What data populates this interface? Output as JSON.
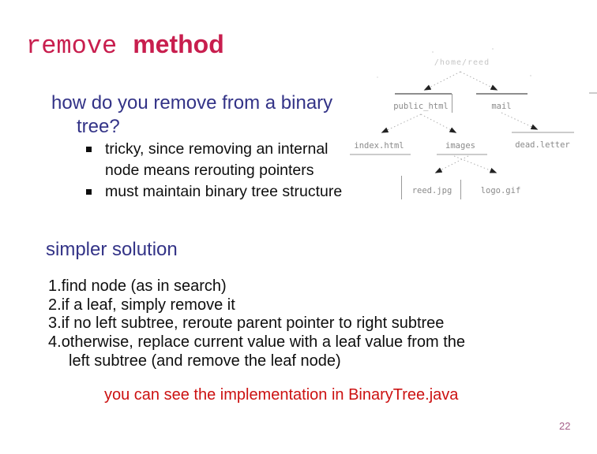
{
  "slide": {
    "title": {
      "keyword": "remove",
      "suffix": "method"
    },
    "question": "how do you remove from a binary tree?",
    "bullets": [
      "tricky, since removing an internal node means rerouting pointers",
      "must maintain binary tree structure"
    ],
    "subheading": "simpler solution",
    "steps": [
      {
        "num": "1.",
        "text": "find node (as in search)"
      },
      {
        "num": "2.",
        "text": "if a leaf, simply remove it"
      },
      {
        "num": "3.",
        "text": "if no left subtree, reroute parent pointer to right subtree"
      },
      {
        "num": "4.",
        "text": "otherwise, replace current value with a leaf value from the left subtree (and remove the leaf node)"
      }
    ],
    "footer_note": "you can see the implementation in BinaryTree.java",
    "page_number": "22"
  },
  "diagram": {
    "root": "/home/reed",
    "nodes": {
      "left": "public_html",
      "right": "mail",
      "left_left": "index.html",
      "left_right": "images",
      "right_right": "dead.letter",
      "img_left": "reed.jpg",
      "img_right": "logo.gif"
    }
  },
  "colors": {
    "title_red": "#c81e4e",
    "heading_blue": "#333387",
    "body_text": "#0e0e0e",
    "note_red": "#cc1111",
    "page_number_mauve": "#a5608a",
    "diagram_gray": "#8a8a8a"
  }
}
